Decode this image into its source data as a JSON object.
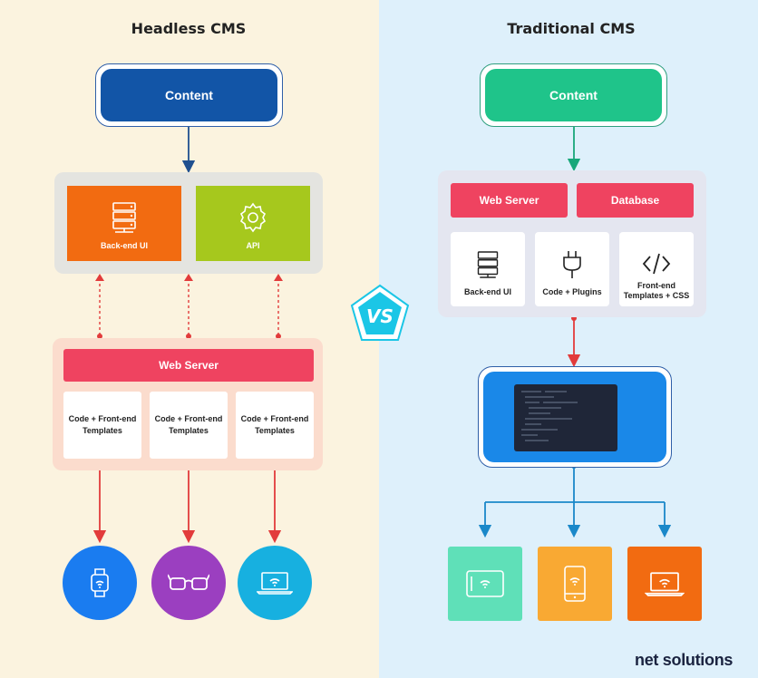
{
  "left": {
    "title": "Headless CMS",
    "content_label": "Content",
    "backend_label": "Back-end UI",
    "api_label": "API",
    "web_server_label": "Web Server",
    "templates": [
      "Code + Front-end Templates",
      "Code + Front-end Templates",
      "Code + Front-end Templates"
    ],
    "devices": [
      "smartwatch-icon",
      "smart-glasses-icon",
      "laptop-icon"
    ]
  },
  "right": {
    "title": "Traditional CMS",
    "content_label": "Content",
    "web_server_label": "Web Server",
    "database_label": "Database",
    "cards": [
      "Back-end UI",
      "Code + Plugins",
      "Front-end Templates + CSS"
    ],
    "devices": [
      "tablet-icon",
      "phone-icon",
      "laptop-icon"
    ]
  },
  "vs_label": "VS",
  "logo": "net solutions",
  "colors": {
    "left_bg": "#fbf3df",
    "right_bg": "#def0fb",
    "blue": "#1255a7",
    "green": "#1fc48a",
    "orange": "#f26b11",
    "lime": "#a6c81d",
    "red": "#ef4360",
    "purple": "#9b3fc0",
    "cyan": "#17b0e0",
    "mint": "#5fe0b8",
    "amber": "#f9a933"
  }
}
